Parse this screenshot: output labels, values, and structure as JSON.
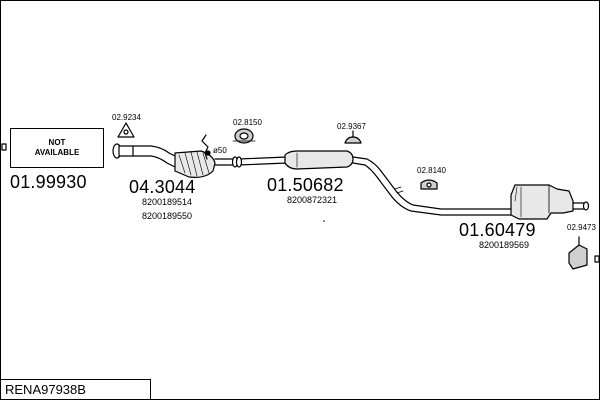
{
  "reference": "RENA97938B",
  "not_available": {
    "line1": "NOT",
    "line2": "AVAILABLE"
  },
  "parts": [
    {
      "code": "01.99930"
    },
    {
      "code": "04.3044",
      "oem": [
        "8200189514",
        "8200189550"
      ]
    },
    {
      "code": "01.50682",
      "oem": [
        "8200872321"
      ]
    },
    {
      "code": "01.60479",
      "oem": [
        "8200189569"
      ]
    }
  ],
  "accessories": [
    "02.9234",
    "02.8150",
    "02.9367",
    "02.8140",
    "02.9473"
  ],
  "sensor_label": "ø50"
}
